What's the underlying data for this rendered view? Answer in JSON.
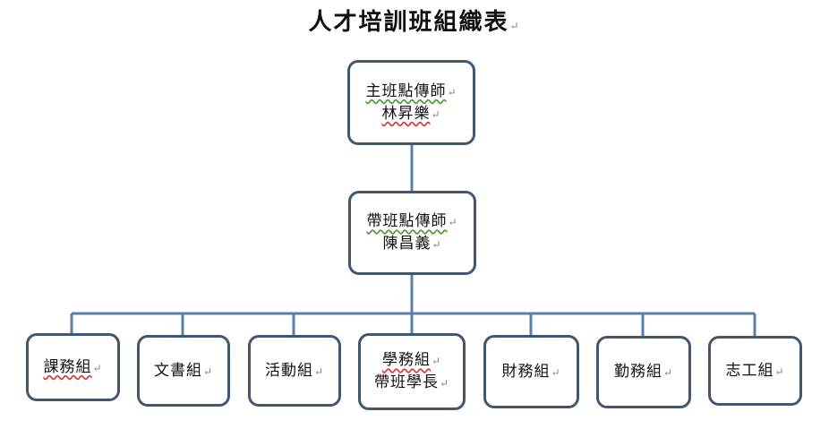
{
  "title": "人才培訓班組織表",
  "paragraph_mark": "↵",
  "colors": {
    "box_border": "#40576f",
    "connector": "#5b7fa6"
  },
  "top_node": {
    "role": "主班點傳師",
    "name": "林昇樂"
  },
  "second_node": {
    "role": "帶班點傳師",
    "name": "陳昌義"
  },
  "groups": [
    {
      "label": "課務組"
    },
    {
      "label": "文書組"
    },
    {
      "label": "活動組"
    },
    {
      "label": "學務組",
      "sub": "帶班學長"
    },
    {
      "label": "財務組"
    },
    {
      "label": "勤務組"
    },
    {
      "label": "志工組"
    }
  ]
}
